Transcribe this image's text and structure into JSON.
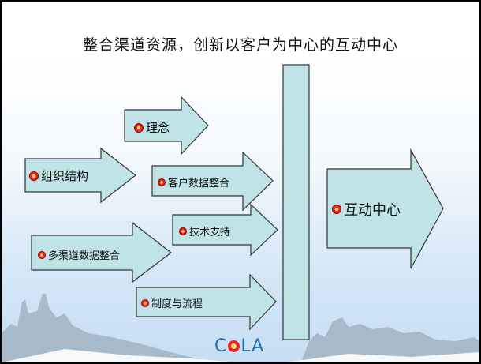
{
  "title": "整合渠道资源，创新以客户为中心的互动中心",
  "inputs": [
    {
      "id": "concept",
      "label": "理念"
    },
    {
      "id": "org",
      "label": "组织结构"
    },
    {
      "id": "customer-data",
      "label": "客户数据整合"
    },
    {
      "id": "tech",
      "label": "技术支持"
    },
    {
      "id": "multichannel",
      "label": "多渠道数据整合"
    },
    {
      "id": "process",
      "label": "制度与流程"
    }
  ],
  "output": {
    "label": "互动中心"
  },
  "logo": {
    "text_before": "C",
    "text_after": "LA"
  },
  "colors": {
    "arrow_fill": "#bfe3e6",
    "arrow_stroke": "#333333",
    "bullet": "#e22222"
  }
}
